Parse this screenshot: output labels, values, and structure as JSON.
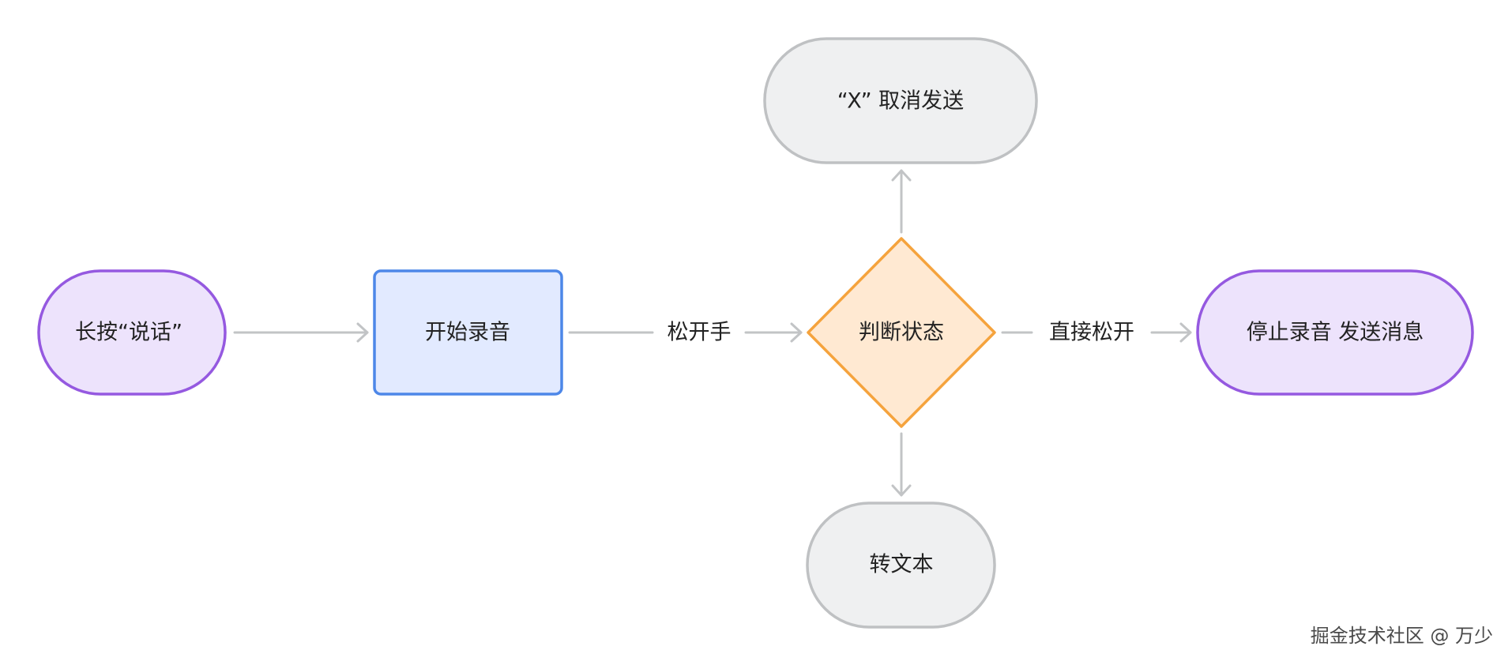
{
  "diagram": {
    "nodes": {
      "long_press": {
        "label": "长按“说话”",
        "fill": "#ede3fc",
        "stroke": "#9559e0"
      },
      "start_record": {
        "label": "开始录音",
        "fill": "#e2eaff",
        "stroke": "#4d87e8"
      },
      "judge_state": {
        "label": "判断状态",
        "fill": "#ffe9d2",
        "stroke": "#f5a33d"
      },
      "cancel_send": {
        "label": "“X” 取消发送",
        "fill": "#eff0f1",
        "stroke": "#bfc1c3"
      },
      "to_text": {
        "label": "转文本",
        "fill": "#eff0f1",
        "stroke": "#bfc1c3"
      },
      "stop_send": {
        "label": "停止录音 发送消息",
        "fill": "#ede3fc",
        "stroke": "#9559e0"
      }
    },
    "edges": {
      "release_hand": {
        "label": "松开手"
      },
      "direct_release": {
        "label": "直接松开"
      }
    }
  },
  "watermark": {
    "text": "掘金技术社区 @ 万少"
  }
}
